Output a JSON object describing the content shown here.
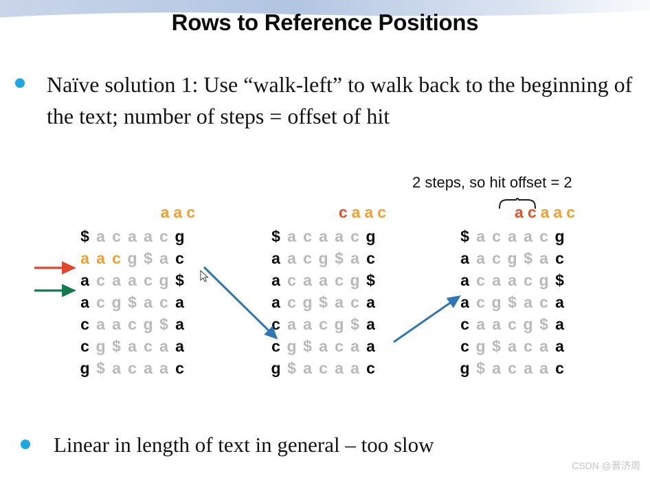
{
  "slide": {
    "title": "Rows to Reference Positions",
    "accent_blue": "#1ea7e1",
    "swoosh_color": "#b6c7e4",
    "bullets": [
      "Naïve solution 1: Use “walk-left” to walk back to the beginning of the text; number of steps = offset of hit",
      "Linear in length of text in general – too slow"
    ]
  },
  "annotation": {
    "steps_note": "2 steps, so hit offset = 2"
  },
  "colors": {
    "dark": "#0d0d0d",
    "light": "#b9b9b9",
    "orange": "#f0a030",
    "red_orange": "#e8502a",
    "arrow_blue": "#2e75b6",
    "arrow_red": "#e1452a",
    "arrow_green": "#137a4d"
  },
  "matrices": [
    {
      "name": "matrix-left",
      "header": [
        {
          "c": "a",
          "style": "orange"
        },
        {
          "c": "a",
          "style": "orange"
        },
        {
          "c": "c",
          "style": "orange"
        }
      ],
      "rows": [
        {
          "chars": [
            {
              "c": "$",
              "style": "dark"
            },
            {
              "c": "a",
              "style": "light"
            },
            {
              "c": "c",
              "style": "light"
            },
            {
              "c": "a",
              "style": "light"
            },
            {
              "c": "a",
              "style": "light"
            },
            {
              "c": "c",
              "style": "light"
            },
            {
              "c": "g",
              "style": "dark"
            }
          ]
        },
        {
          "chars": [
            {
              "c": "a",
              "style": "orange"
            },
            {
              "c": "a",
              "style": "orange"
            },
            {
              "c": "c",
              "style": "orange"
            },
            {
              "c": "g",
              "style": "light"
            },
            {
              "c": "$",
              "style": "light"
            },
            {
              "c": "a",
              "style": "light"
            },
            {
              "c": "c",
              "style": "dark"
            }
          ]
        },
        {
          "chars": [
            {
              "c": "a",
              "style": "dark"
            },
            {
              "c": "c",
              "style": "light"
            },
            {
              "c": "a",
              "style": "light"
            },
            {
              "c": "a",
              "style": "light"
            },
            {
              "c": "c",
              "style": "light"
            },
            {
              "c": "g",
              "style": "light"
            },
            {
              "c": "$",
              "style": "dark"
            }
          ]
        },
        {
          "chars": [
            {
              "c": "a",
              "style": "dark"
            },
            {
              "c": "c",
              "style": "light"
            },
            {
              "c": "g",
              "style": "light"
            },
            {
              "c": "$",
              "style": "light"
            },
            {
              "c": "a",
              "style": "light"
            },
            {
              "c": "c",
              "style": "light"
            },
            {
              "c": "a",
              "style": "dark"
            }
          ]
        },
        {
          "chars": [
            {
              "c": "c",
              "style": "dark"
            },
            {
              "c": "a",
              "style": "light"
            },
            {
              "c": "a",
              "style": "light"
            },
            {
              "c": "c",
              "style": "light"
            },
            {
              "c": "g",
              "style": "light"
            },
            {
              "c": "$",
              "style": "light"
            },
            {
              "c": "a",
              "style": "dark"
            }
          ]
        },
        {
          "chars": [
            {
              "c": "c",
              "style": "dark"
            },
            {
              "c": "g",
              "style": "light"
            },
            {
              "c": "$",
              "style": "light"
            },
            {
              "c": "a",
              "style": "light"
            },
            {
              "c": "c",
              "style": "light"
            },
            {
              "c": "a",
              "style": "light"
            },
            {
              "c": "a",
              "style": "dark"
            }
          ]
        },
        {
          "chars": [
            {
              "c": "g",
              "style": "dark"
            },
            {
              "c": "$",
              "style": "light"
            },
            {
              "c": "a",
              "style": "light"
            },
            {
              "c": "c",
              "style": "light"
            },
            {
              "c": "a",
              "style": "light"
            },
            {
              "c": "a",
              "style": "light"
            },
            {
              "c": "c",
              "style": "dark"
            }
          ]
        }
      ]
    },
    {
      "name": "matrix-middle",
      "header": [
        {
          "c": "c",
          "style": "red"
        },
        {
          "c": "a",
          "style": "orange"
        },
        {
          "c": "a",
          "style": "orange"
        },
        {
          "c": "c",
          "style": "orange"
        }
      ],
      "rows": [
        {
          "chars": [
            {
              "c": "$",
              "style": "dark"
            },
            {
              "c": "a",
              "style": "light"
            },
            {
              "c": "c",
              "style": "light"
            },
            {
              "c": "a",
              "style": "light"
            },
            {
              "c": "a",
              "style": "light"
            },
            {
              "c": "c",
              "style": "light"
            },
            {
              "c": "g",
              "style": "dark"
            }
          ]
        },
        {
          "chars": [
            {
              "c": "a",
              "style": "dark"
            },
            {
              "c": "a",
              "style": "light"
            },
            {
              "c": "c",
              "style": "light"
            },
            {
              "c": "g",
              "style": "light"
            },
            {
              "c": "$",
              "style": "light"
            },
            {
              "c": "a",
              "style": "light"
            },
            {
              "c": "c",
              "style": "dark"
            }
          ]
        },
        {
          "chars": [
            {
              "c": "a",
              "style": "dark"
            },
            {
              "c": "c",
              "style": "light"
            },
            {
              "c": "a",
              "style": "light"
            },
            {
              "c": "a",
              "style": "light"
            },
            {
              "c": "c",
              "style": "light"
            },
            {
              "c": "g",
              "style": "light"
            },
            {
              "c": "$",
              "style": "dark"
            }
          ]
        },
        {
          "chars": [
            {
              "c": "a",
              "style": "dark"
            },
            {
              "c": "c",
              "style": "light"
            },
            {
              "c": "g",
              "style": "light"
            },
            {
              "c": "$",
              "style": "light"
            },
            {
              "c": "a",
              "style": "light"
            },
            {
              "c": "c",
              "style": "light"
            },
            {
              "c": "a",
              "style": "dark"
            }
          ]
        },
        {
          "chars": [
            {
              "c": "c",
              "style": "dark"
            },
            {
              "c": "a",
              "style": "light"
            },
            {
              "c": "a",
              "style": "light"
            },
            {
              "c": "c",
              "style": "light"
            },
            {
              "c": "g",
              "style": "light"
            },
            {
              "c": "$",
              "style": "light"
            },
            {
              "c": "a",
              "style": "dark"
            }
          ]
        },
        {
          "chars": [
            {
              "c": "c",
              "style": "dark"
            },
            {
              "c": "g",
              "style": "light"
            },
            {
              "c": "$",
              "style": "light"
            },
            {
              "c": "a",
              "style": "light"
            },
            {
              "c": "c",
              "style": "light"
            },
            {
              "c": "a",
              "style": "light"
            },
            {
              "c": "a",
              "style": "dark"
            }
          ]
        },
        {
          "chars": [
            {
              "c": "g",
              "style": "dark"
            },
            {
              "c": "$",
              "style": "light"
            },
            {
              "c": "a",
              "style": "light"
            },
            {
              "c": "c",
              "style": "light"
            },
            {
              "c": "a",
              "style": "light"
            },
            {
              "c": "a",
              "style": "light"
            },
            {
              "c": "c",
              "style": "dark"
            }
          ]
        }
      ]
    },
    {
      "name": "matrix-right",
      "header": [
        {
          "c": "a",
          "style": "red"
        },
        {
          "c": "c",
          "style": "red"
        },
        {
          "c": "a",
          "style": "orange"
        },
        {
          "c": "a",
          "style": "orange"
        },
        {
          "c": "c",
          "style": "orange"
        }
      ],
      "rows": [
        {
          "chars": [
            {
              "c": "$",
              "style": "dark"
            },
            {
              "c": "a",
              "style": "light"
            },
            {
              "c": "c",
              "style": "light"
            },
            {
              "c": "a",
              "style": "light"
            },
            {
              "c": "a",
              "style": "light"
            },
            {
              "c": "c",
              "style": "light"
            },
            {
              "c": "g",
              "style": "dark"
            }
          ]
        },
        {
          "chars": [
            {
              "c": "a",
              "style": "dark"
            },
            {
              "c": "a",
              "style": "light"
            },
            {
              "c": "c",
              "style": "light"
            },
            {
              "c": "g",
              "style": "light"
            },
            {
              "c": "$",
              "style": "light"
            },
            {
              "c": "a",
              "style": "light"
            },
            {
              "c": "c",
              "style": "dark"
            }
          ]
        },
        {
          "chars": [
            {
              "c": "a",
              "style": "dark"
            },
            {
              "c": "c",
              "style": "light"
            },
            {
              "c": "a",
              "style": "light"
            },
            {
              "c": "a",
              "style": "light"
            },
            {
              "c": "c",
              "style": "light"
            },
            {
              "c": "g",
              "style": "light"
            },
            {
              "c": "$",
              "style": "dark"
            }
          ]
        },
        {
          "chars": [
            {
              "c": "a",
              "style": "dark"
            },
            {
              "c": "c",
              "style": "light"
            },
            {
              "c": "g",
              "style": "light"
            },
            {
              "c": "$",
              "style": "light"
            },
            {
              "c": "a",
              "style": "light"
            },
            {
              "c": "c",
              "style": "light"
            },
            {
              "c": "a",
              "style": "dark"
            }
          ]
        },
        {
          "chars": [
            {
              "c": "c",
              "style": "dark"
            },
            {
              "c": "a",
              "style": "light"
            },
            {
              "c": "a",
              "style": "light"
            },
            {
              "c": "c",
              "style": "light"
            },
            {
              "c": "g",
              "style": "light"
            },
            {
              "c": "$",
              "style": "light"
            },
            {
              "c": "a",
              "style": "dark"
            }
          ]
        },
        {
          "chars": [
            {
              "c": "c",
              "style": "dark"
            },
            {
              "c": "g",
              "style": "light"
            },
            {
              "c": "$",
              "style": "light"
            },
            {
              "c": "a",
              "style": "light"
            },
            {
              "c": "c",
              "style": "light"
            },
            {
              "c": "a",
              "style": "light"
            },
            {
              "c": "a",
              "style": "dark"
            }
          ]
        },
        {
          "chars": [
            {
              "c": "g",
              "style": "dark"
            },
            {
              "c": "$",
              "style": "light"
            },
            {
              "c": "a",
              "style": "light"
            },
            {
              "c": "c",
              "style": "light"
            },
            {
              "c": "a",
              "style": "light"
            },
            {
              "c": "a",
              "style": "light"
            },
            {
              "c": "c",
              "style": "dark"
            }
          ]
        }
      ]
    }
  ],
  "watermark": "CSDN @晋济周"
}
